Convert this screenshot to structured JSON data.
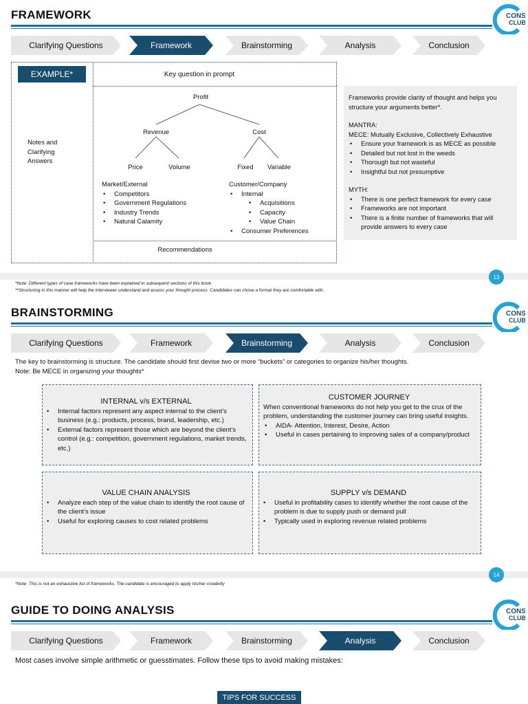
{
  "steps": [
    "Clarifying Questions",
    "Framework",
    "Brainstorming",
    "Analysis",
    "Conclusion"
  ],
  "colors": {
    "accent": "#1c6e96",
    "active": "#1a4c6e",
    "inactive": "#e6e6e6",
    "badge": "#26a2d6"
  },
  "logo": {
    "top": "",
    "line1": "CONSULT",
    "line2": "CLUB"
  },
  "framework": {
    "title": "FRAMEWORK",
    "example": "EXAMPLE*",
    "key_question": "Key question in prompt",
    "notes": "Notes and Clarifying Answers",
    "tree": {
      "root": "Profit",
      "l1": [
        "Revenue",
        "Cost"
      ],
      "l2": [
        "Price",
        "Volume",
        "Fixed",
        "Variable"
      ]
    },
    "market_title": "Market/External",
    "market_items": [
      "Competitors",
      "Government Regulations",
      "Industry Trends",
      "Natural Calamity"
    ],
    "company_title": "Customer/Company",
    "company_internal": "Internal",
    "company_sub": [
      "Acquisitions",
      "Capacity",
      "Value Chain"
    ],
    "company_last": "Consumer Preferences",
    "recommendations": "Recommendations",
    "side": {
      "intro": "Frameworks provide clarity of thought and helps you structure your arguments better*.",
      "mantra_title": "MANTRA:",
      "mece_label": "MECE:",
      "mece_text": " Mutually Exclusive, Collectively Exhaustive",
      "mantra_items": [
        "Ensure your framework is as MECE as possible",
        "Detailed but not lost in the weeds",
        "Thorough but not wasteful",
        "Insightful but not presumptive"
      ],
      "myth_title": "MYTH:",
      "myth_items": [
        "There is one perfect framework for every case",
        "Frameworks are not important",
        "There is a finite number of frameworks that will provide answers to every case"
      ]
    },
    "notes_footer": [
      "*Note: Different types of case frameworks have been explained in subsequent sections of this book.",
      "**Structuring in this manner will help the interviewer understand and assess your thought process. Candidates can chose a format they are comfortable with."
    ],
    "page": "13"
  },
  "brainstorming": {
    "title": "BRAINSTORMING",
    "intro1": "The key to brainstorming is structure. The candidate should first devise two or more “buckets” or categories to organize his/her thoughts.",
    "intro2_pre": "Note: Be ",
    "intro2_bold": "MECE",
    "intro2_post": " in organizing your thoughts*",
    "boxes": {
      "ie_title": "INTERNAL v/s EXTERNAL",
      "ie_items": [
        "Internal factors represent any aspect internal to the client’s business (e.g.: products, process, brand, leadership, etc.)",
        "External factors represent those which are beyond the client’s control (e.g.: competition, government regulations, market trends, etc.)"
      ],
      "cj_title": "CUSTOMER JOURNEY",
      "cj_text": "When conventional frameworks do not help you get to the crux of the problem, understanding the customer journey can bring useful insights.",
      "cj_aida_bold": "AIDA-",
      "cj_aida": " Attention, Interest, Desire, Action",
      "cj_item2": "Useful in cases pertaining to improving sales of a company/product",
      "vc_title": "VALUE CHAIN ANALYSIS",
      "vc_items": [
        "Analyze each step of the value chain to identify the root cause of the client’s issue",
        "Useful for exploring causes to cost related problems"
      ],
      "sd_title": "SUPPLY v/s DEMAND",
      "sd_items": [
        "Useful in profitability cases to identify whether the root cause of the problem is due to supply push or demand pull",
        "Typically used in exploring revenue related problems"
      ]
    },
    "note": "*Note: This is not an exhaustive list of frameworks. The candidate is encouraged to apply his/her creativity",
    "page": "14"
  },
  "analysis": {
    "title": "GUIDE TO DOING ANALYSIS",
    "intro": "Most cases involve simple arithmetic or guesstimates. Follow these tips to avoid making mistakes:",
    "tips": "TIPS FOR SUCCESS"
  }
}
